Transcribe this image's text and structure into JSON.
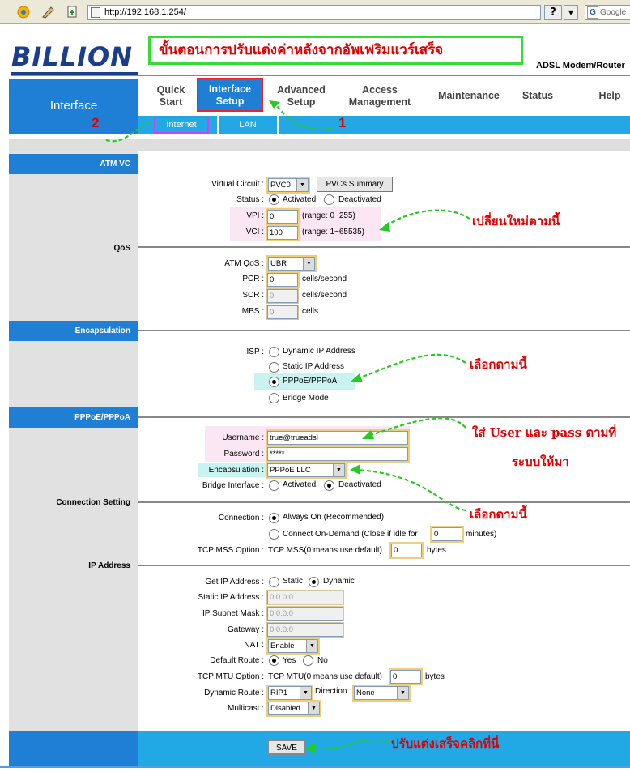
{
  "browser": {
    "url": "http://192.168.1.254/",
    "help": "?",
    "dropdown": "▼",
    "search_placeholder": "Google",
    "search_logo": "G"
  },
  "header": {
    "logo": "BILLION",
    "title": "ขั้นตอนการปรับแต่งค่าหลังจากอัพเฟริมแวร์เสร็จ",
    "product": "ADSL Modem/Router"
  },
  "nav": {
    "section": "Interface",
    "items": [
      {
        "l1": "Quick",
        "l2": "Start"
      },
      {
        "l1": "Interface",
        "l2": "Setup"
      },
      {
        "l1": "Advanced",
        "l2": "Setup"
      },
      {
        "l1": "Access",
        "l2": "Management"
      },
      {
        "l1": "Maintenance",
        "l2": ""
      },
      {
        "l1": "Status",
        "l2": ""
      },
      {
        "l1": "Help",
        "l2": ""
      }
    ],
    "sub": [
      "Internet",
      "LAN"
    ]
  },
  "sections": {
    "atm_vc": "ATM VC",
    "qos": "QoS",
    "encapsulation": "Encapsulation",
    "pppoe": "PPPoE/PPPoA",
    "connection": "Connection Setting",
    "ip": "IP Address"
  },
  "atm": {
    "vc_label": "Virtual Circuit :",
    "vc_value": "PVC0",
    "summary_btn": "PVCs Summary",
    "status_label": "Status :",
    "activated": "Activated",
    "deactivated": "Deactivated",
    "vpi_label": "VPI :",
    "vpi_value": "0",
    "vpi_range": "(range: 0~255)",
    "vci_label": "VCI :",
    "vci_value": "100",
    "vci_range": "(range: 1~65535)"
  },
  "qos": {
    "atm_qos_label": "ATM QoS :",
    "atm_qos_value": "UBR",
    "pcr_label": "PCR :",
    "pcr_value": "0",
    "scr_label": "SCR :",
    "scr_value": "0",
    "mbs_label": "MBS :",
    "mbs_value": "0",
    "cells_sec": "cells/second",
    "cells": "cells"
  },
  "encap": {
    "isp_label": "ISP :",
    "options": [
      "Dynamic IP Address",
      "Static IP Address",
      "PPPoE/PPPoA",
      "Bridge Mode"
    ]
  },
  "pppoe": {
    "username_label": "Username :",
    "username_value": "true@trueadsl",
    "password_label": "Password :",
    "password_value": "*****",
    "encap_label": "Encapsulation :",
    "encap_value": "PPPoE LLC",
    "bridge_label": "Bridge Interface :",
    "activated": "Activated",
    "deactivated": "Deactivated"
  },
  "conn": {
    "conn_label": "Connection :",
    "always_on": "Always On (Recommended)",
    "on_demand": "Connect On-Demand (Close if idle for",
    "idle_value": "0",
    "minutes": "minutes)",
    "mss_label": "TCP MSS Option :",
    "mss_text": "TCP MSS(0 means use default)",
    "mss_value": "0",
    "bytes": "bytes"
  },
  "ip": {
    "get_label": "Get IP Address :",
    "static": "Static",
    "dynamic": "Dynamic",
    "static_ip_label": "Static IP Address :",
    "static_ip_value": "0.0.0.0",
    "mask_label": "IP Subnet Mask :",
    "mask_value": "0.0.0.0",
    "gw_label": "Gateway :",
    "gw_value": "0.0.0.0",
    "nat_label": "NAT :",
    "nat_value": "Enable",
    "route_label": "Default Route :",
    "yes": "Yes",
    "no": "No",
    "mtu_label": "TCP MTU Option :",
    "mtu_text": "TCP MTU(0 means use default)",
    "mtu_value": "0",
    "bytes": "bytes",
    "dyn_route_label": "Dynamic Route :",
    "dyn_route_value": "RIP1",
    "direction_label": "Direction",
    "direction_value": "None",
    "multicast_label": "Multicast :",
    "multicast_value": "Disabled"
  },
  "save": "SAVE",
  "annotations": {
    "vpi_vci": "เปลี่ยนใหม่ตามนี้",
    "isp": "เลือกตามนี้",
    "user_1": "ใส่ User และ pass ตามที่",
    "user_2": "ระบบให้มา",
    "encap": "เลือกตามนี้",
    "save": "ปรับแต่งเสร็จคลิกที่นี่",
    "step1": "1",
    "step2": "2"
  }
}
